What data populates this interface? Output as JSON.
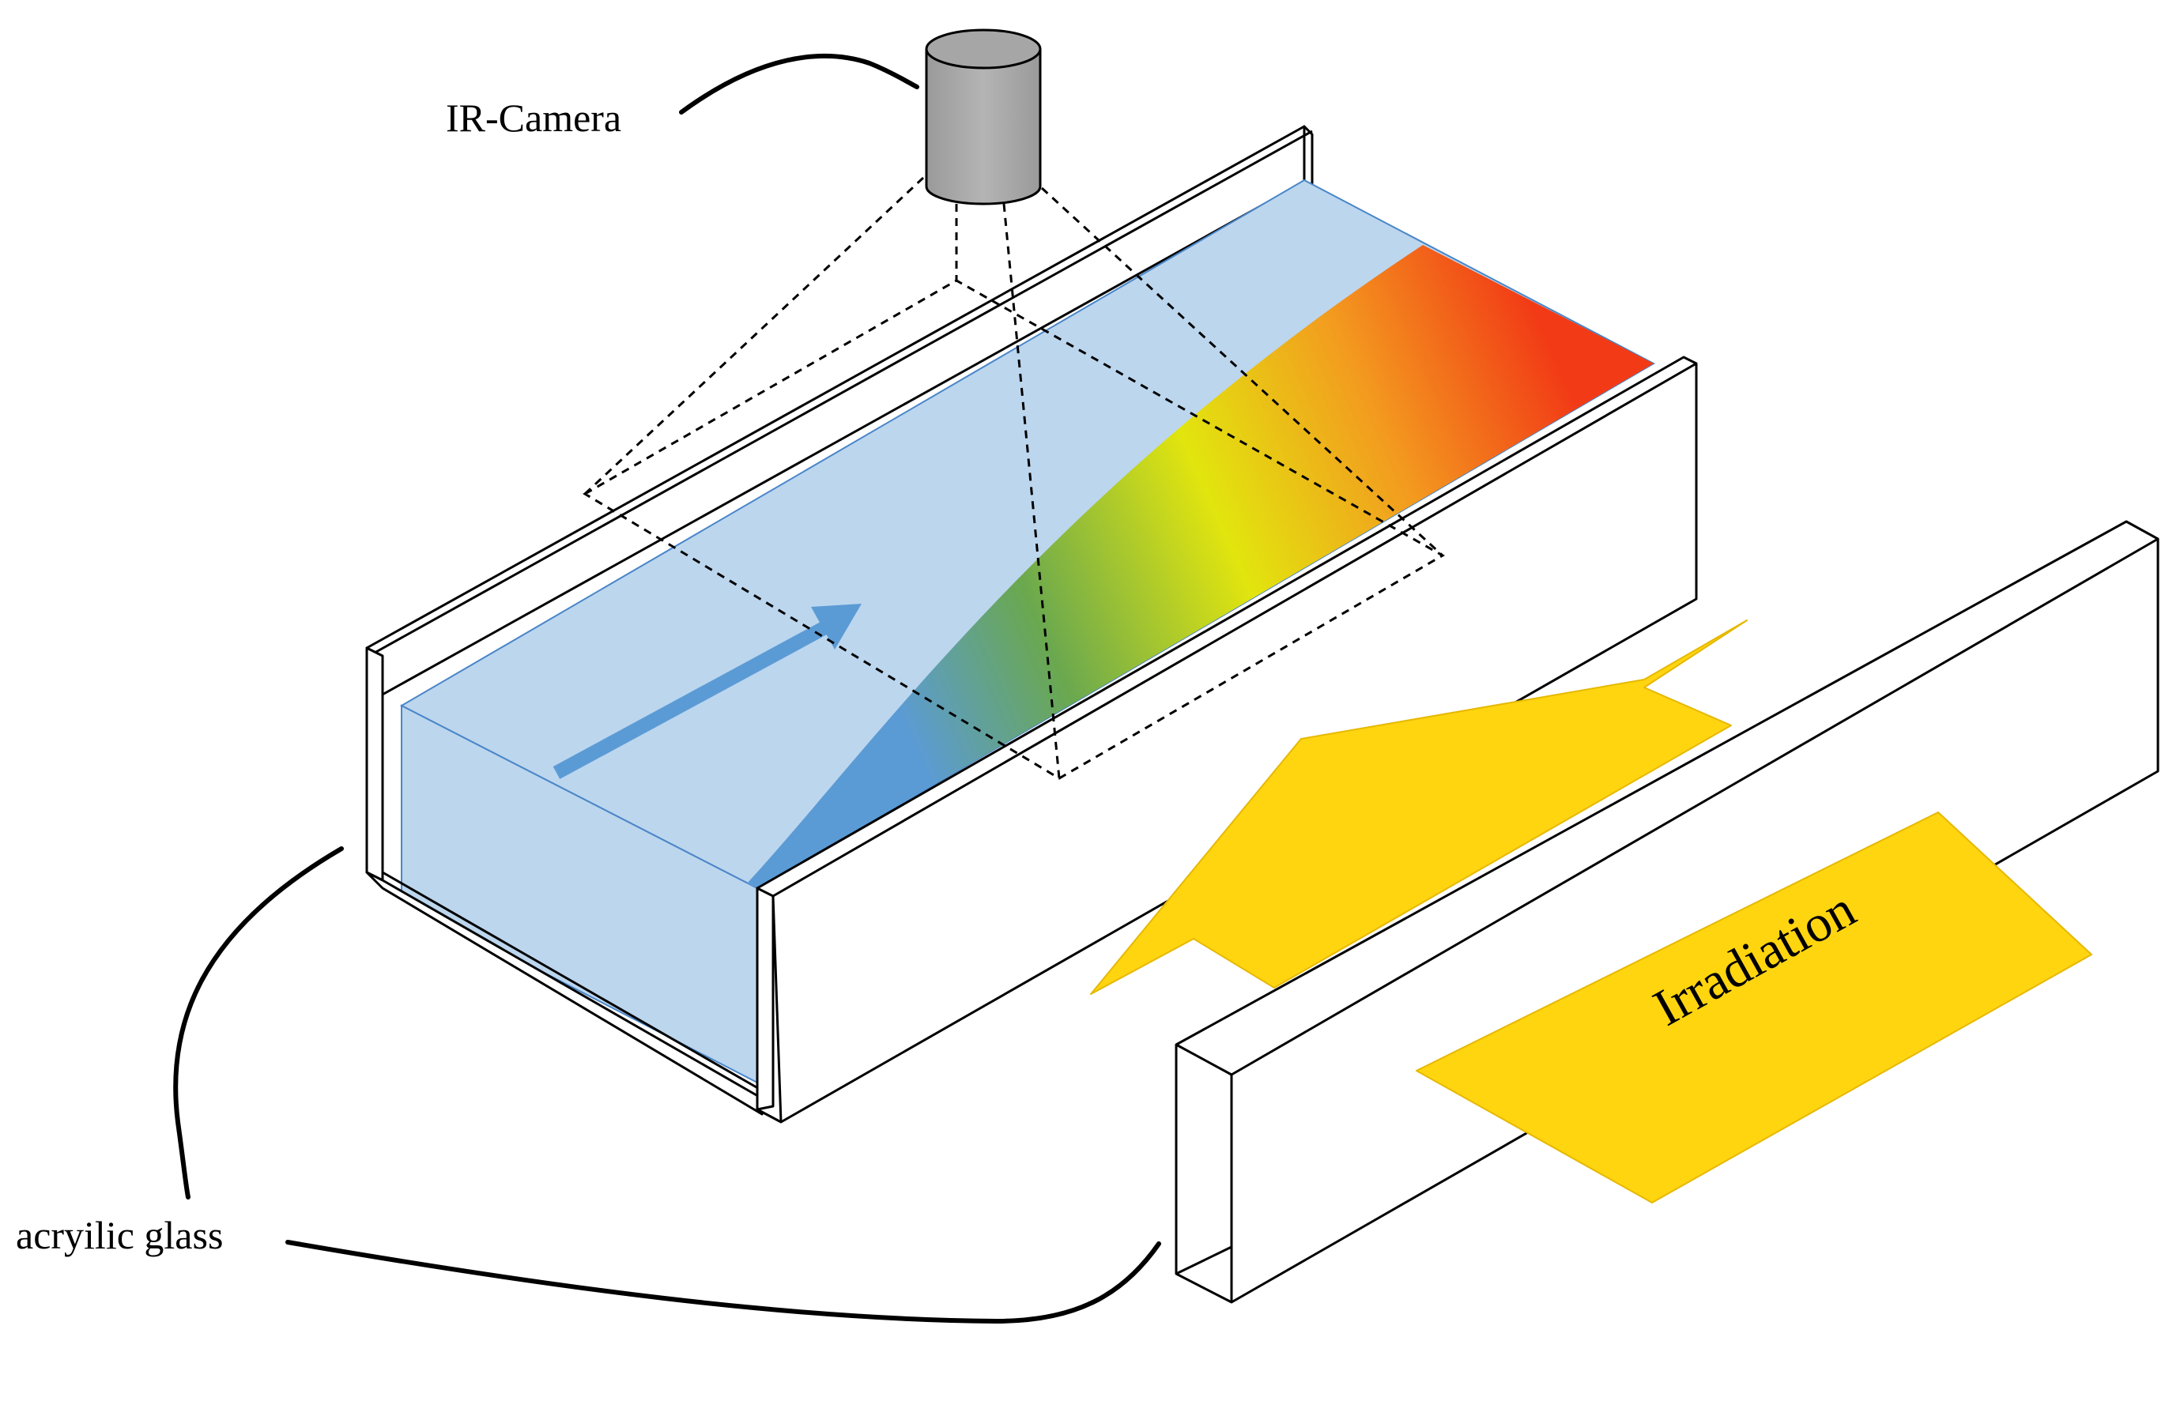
{
  "labels": {
    "camera": "IR-Camera",
    "glass": "acryilic glass",
    "irradiation": "Irradiation"
  },
  "colors": {
    "water": "#bcd6ee",
    "water_edge": "#4a86c8",
    "flow_arrow": "#5b9bd5",
    "camera_body": "#a9a9a9",
    "irradiation": "#ffd510",
    "irradiation_edge": "#e6b800",
    "gradient_stops": [
      "#5b9bd5",
      "#6aa84f",
      "#e2e50e",
      "#f39a1f",
      "#f23b16"
    ]
  }
}
